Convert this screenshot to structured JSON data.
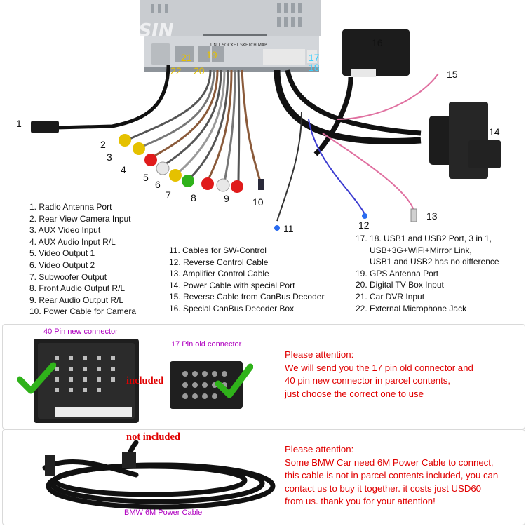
{
  "watermark": "ERISIN",
  "unit_label": "UNIT SOCKET SKETCH MAP",
  "callouts": [
    "1",
    "2",
    "3",
    "4",
    "5",
    "6",
    "7",
    "8",
    "9",
    "10",
    "11",
    "12",
    "13",
    "14",
    "15",
    "16",
    "17",
    "18",
    "19",
    "20",
    "21",
    "22"
  ],
  "legend_col1": [
    "1. Radio Antenna Port",
    "2. Rear View Camera Input",
    "3. AUX Video Input",
    "4. AUX Audio Input R/L",
    "5. Video Output 1",
    "6. Video Output 2",
    "7. Subwoofer Output",
    "8. Front Audio Output R/L",
    "9. Rear Audio Output R/L",
    "10. Power Cable for Camera"
  ],
  "legend_col2": [
    "11. Cables for SW-Control",
    "12. Reverse Control Cable",
    "13. Amplifier Control Cable",
    "14. Power Cable with special Port",
    "15. Reverse Cable from CanBus Decoder",
    "16. Special CanBus Decoder Box"
  ],
  "legend_col3": [
    "17. 18.  USB1 and USB2 Port, 3 in 1,",
    "USB+3G+WiFi+Mirror Link,",
    "USB1 and USB2 has no difference",
    "19. GPS Antenna Port",
    "20. Digital TV Box Input",
    "21. Car DVR Input",
    "22. External Microphone Jack"
  ],
  "panel1": {
    "label_40pin": "40 Pin new connector",
    "label_17pin": "17 Pin old connector",
    "included": "included",
    "attention_lines": [
      "Please attention:",
      "We will send you the 17 pin old connector and",
      "40 pin new connector in parcel contents,",
      "just choose the correct one to use"
    ]
  },
  "panel2": {
    "not_included": "not included",
    "cable_label": "BMW 6M Power Cable",
    "attention_lines": [
      "Please attention:",
      "Some BMW Car need 6M Power Cable to connect,",
      "this cable is not in parcel contents included, you can",
      "contact us to buy it together. it costs just USD60",
      "from us. thank you for your attention!"
    ]
  },
  "colors": {
    "attention_red": "#e00000",
    "label_magenta": "#b000c0",
    "check_green": "#2fb21a",
    "cable_black": "#111111"
  }
}
